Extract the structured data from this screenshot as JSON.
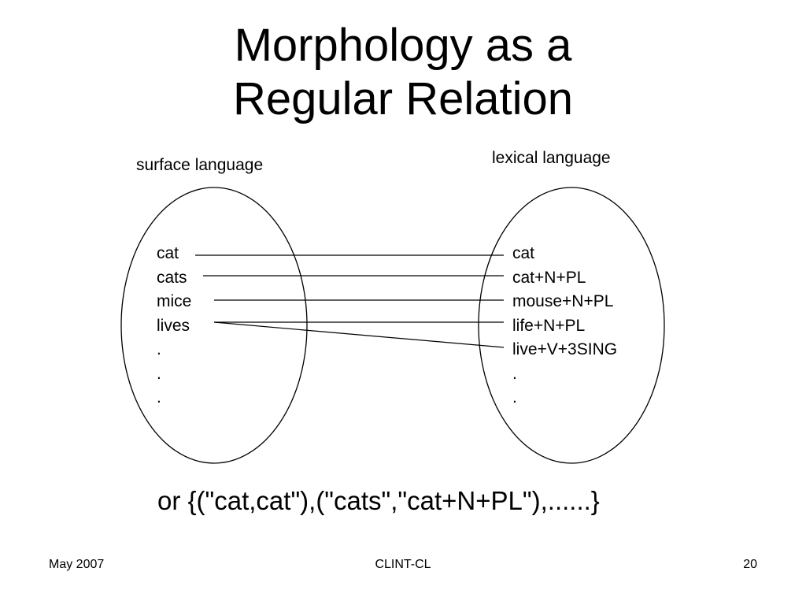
{
  "slide": {
    "title_lines": [
      "Morphology as a",
      "Regular Relation"
    ],
    "surface_label": "surface language",
    "lexical_label": "lexical language",
    "surface_words": [
      "cat",
      "cats",
      "mice",
      "lives",
      ".",
      ".",
      "."
    ],
    "lexical_words": [
      "cat",
      "cat+N+PL",
      "mouse+N+PL",
      "life+N+PL",
      "live+V+3SING",
      ".",
      "."
    ],
    "formula": "or {(\"cat,cat\"),(\"cats\",\"cat+N+PL\"),......}",
    "footer": {
      "date": "May 2007",
      "center": "CLINT-CL",
      "page": "20"
    }
  },
  "mappings": [
    {
      "from": "cat",
      "to": "cat"
    },
    {
      "from": "cats",
      "to": "cat+N+PL"
    },
    {
      "from": "mice",
      "to": "mouse+N+PL"
    },
    {
      "from": "lives",
      "to": "life+N+PL"
    },
    {
      "from": "lives",
      "to": "live+V+3SING"
    }
  ]
}
